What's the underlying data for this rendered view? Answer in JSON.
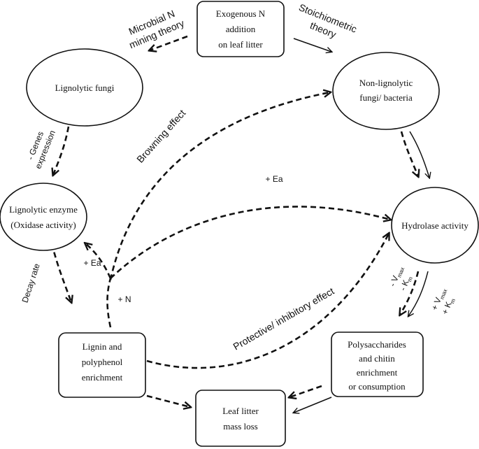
{
  "nodes": {
    "exogenous_n": [
      "Exogenous N",
      "addition",
      "on leaf litter"
    ],
    "lignolytic_fungi": [
      "Lignolytic fungi"
    ],
    "non_lignolytic": [
      "Non-lignolytic",
      "fungi/ bacteria"
    ],
    "lignolytic_enzyme": [
      "Lignolytic enzyme",
      "(Oxidase activity)"
    ],
    "hydrolase": [
      "Hydrolase activity"
    ],
    "lignin": [
      "Lignin and",
      "polyphenol",
      "enrichment"
    ],
    "polysaccharides": [
      "Polysaccharides",
      "and chitin",
      "enrichment",
      "or consumption"
    ],
    "mass_loss": [
      "Leaf litter",
      "mass loss"
    ]
  },
  "labels": {
    "microbial_n": [
      "Microbial N",
      "mining theory"
    ],
    "stoichiometric": [
      "Stoichiometric",
      "theory"
    ],
    "genes": [
      "- Genes",
      "expression"
    ],
    "browning": "Browning effect",
    "ea_top": "+ Ea",
    "ea_left": "+ Ea",
    "plus_n": "+ N",
    "decay": "Decay rate",
    "protective": "Protective/ inhibitory  effect",
    "minus_v": "- V",
    "minus_k": "- K",
    "plus_v": "+ V",
    "plus_k": "+ K",
    "sub_max": "max",
    "sub_m": "m"
  }
}
